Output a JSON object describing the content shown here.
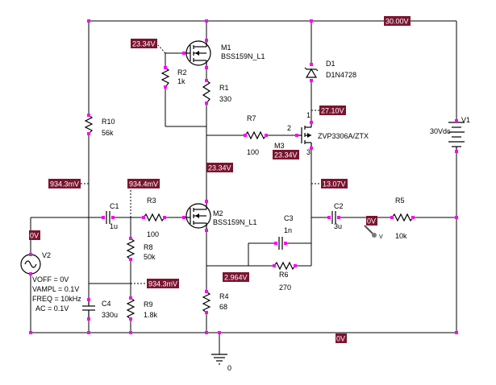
{
  "components": {
    "M1": {
      "name": "M1",
      "model": "BSS159N_L1"
    },
    "M2": {
      "name": "M2",
      "model": "BSS159N_L1"
    },
    "M3": {
      "name": "M3",
      "model": "ZVP3306A/ZTX",
      "pin2": "2",
      "pin3": "3",
      "pin1": "1"
    },
    "D1": {
      "name": "D1",
      "model": "D1N4728"
    },
    "R1": {
      "name": "R1",
      "value": "330"
    },
    "R2": {
      "name": "R2",
      "value": "1k"
    },
    "R3": {
      "name": "R3",
      "value": "100"
    },
    "R4": {
      "name": "R4",
      "value": "68"
    },
    "R5": {
      "name": "R5",
      "value": "10k"
    },
    "R6": {
      "name": "R6",
      "value": "270"
    },
    "R7": {
      "name": "R7",
      "value": "100"
    },
    "R8": {
      "name": "R8",
      "value": "50k"
    },
    "R9": {
      "name": "R9",
      "value": "1.8k"
    },
    "R10": {
      "name": "R10",
      "value": "56k"
    },
    "C1": {
      "name": "C1",
      "value": "1u"
    },
    "C2": {
      "name": "C2",
      "value": "3u"
    },
    "C3": {
      "name": "C3",
      "value": "1n"
    },
    "C4": {
      "name": "C4",
      "value": "330u"
    },
    "V1": {
      "name": "V1",
      "value": "30Vdc"
    },
    "V2": {
      "name": "V2",
      "params": [
        "VOFF = 0V",
        "VAMPL = 0.1V",
        "FREQ = 10kHz",
        "AC = 0.1V"
      ]
    },
    "GND": {
      "name": "0"
    }
  },
  "probe": {
    "label": "V"
  },
  "voltages": {
    "top": "30.00V",
    "m1_gate": "23.34V",
    "m3_source": "27.10V",
    "m3_gate": "23.34V",
    "m2_drain": "23.34V",
    "m3_drain": "13.07V",
    "r10_bottom": "934.3mV",
    "m2_gate": "934.4mV",
    "c4_node": "934.3mV",
    "input": "0V",
    "output": "0V",
    "m2_source": "2.964V",
    "bottom": "0V"
  },
  "colors": {
    "label_bg": "#7a1530",
    "pin": "#ff00ff",
    "wire": "#000000"
  }
}
